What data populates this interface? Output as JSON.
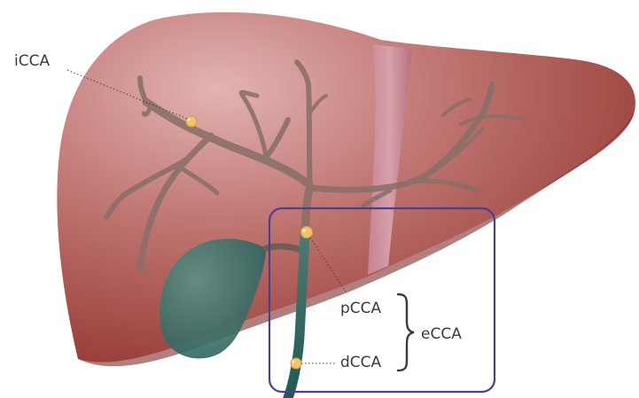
{
  "labels": {
    "iCCA": "iCCA",
    "pCCA": "pCCA",
    "dCCA": "dCCA",
    "eCCA": "eCCA"
  },
  "colors": {
    "liver_light": "#d9a3a2",
    "liver_mid": "#b8615c",
    "liver_dark": "#8f332f",
    "ligament": "#c58a9a",
    "bile_duct": "#8a6f68",
    "gallbladder": "#2f6f66",
    "tumor": "#f2c36b",
    "box_outline": "#4b3f8f",
    "text": "#3a3a3a"
  }
}
